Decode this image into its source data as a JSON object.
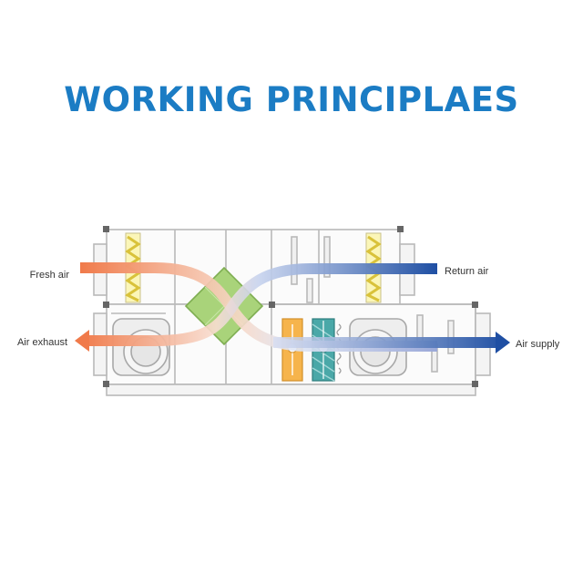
{
  "title": "WORKING PRINCIPLAES",
  "labels": {
    "fresh_air": "Fresh air",
    "return_air": "Return air",
    "air_exhaust": "Air exhaust",
    "air_supply": "Air supply"
  },
  "colors": {
    "title": "#1b7cc4",
    "warm_air": "#f07a4a",
    "cool_air": "#1f4fa3",
    "heat_exchanger": "#a9d37a",
    "filter": "#f2e35a",
    "heater": "#f6b44c",
    "cooling_coil": "#4aa8a8",
    "casing_stroke": "#b9b9b9"
  }
}
